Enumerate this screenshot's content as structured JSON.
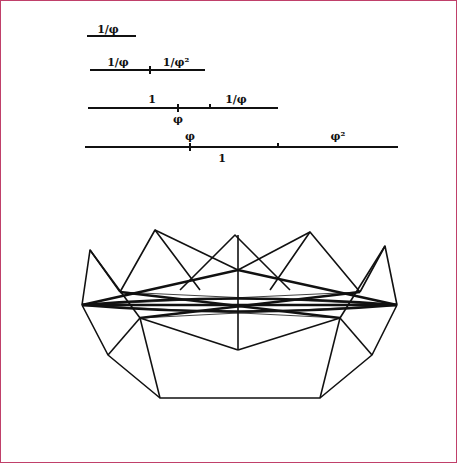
{
  "diagram": {
    "labels": [
      "1/φ",
      "1/φ",
      "1/φ²",
      "1",
      "1/φ",
      "φ",
      "φ",
      "φ²",
      "1"
    ]
  }
}
